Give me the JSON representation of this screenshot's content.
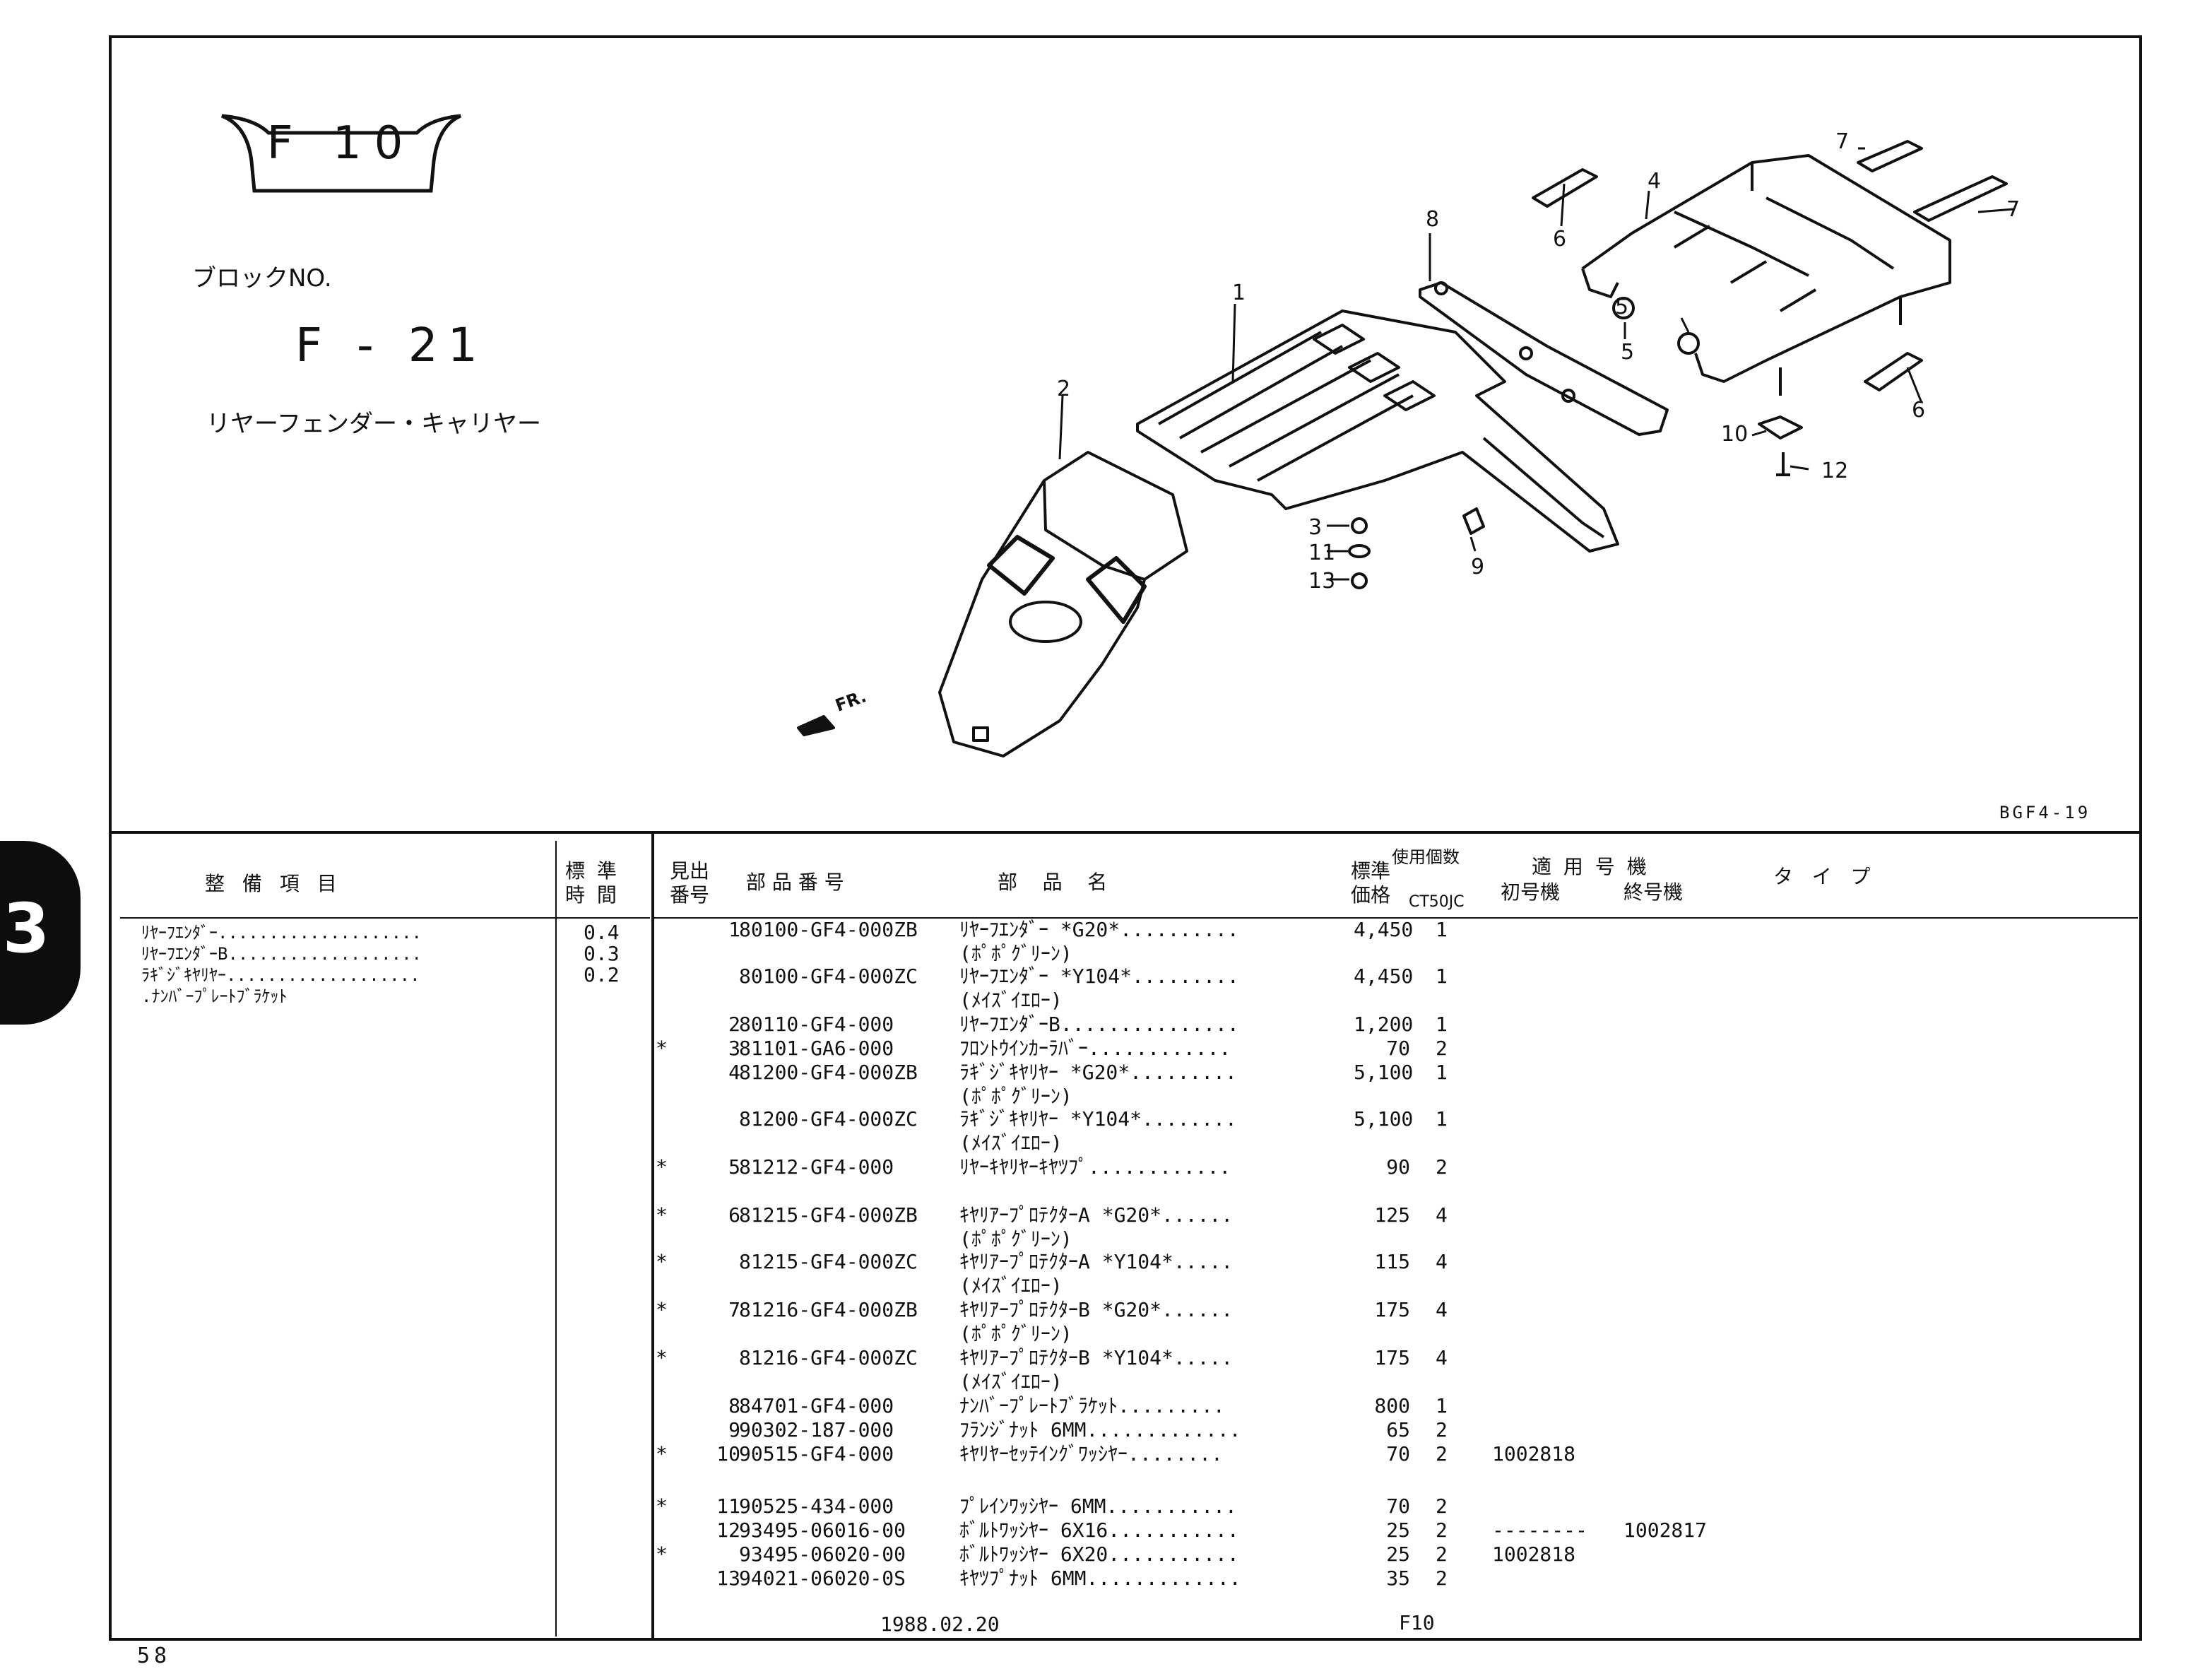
{
  "badge": "F 10",
  "block_label": "ブロックNO.",
  "block_no": "F - 21",
  "block_title": "リヤーフェンダー・キャリヤー",
  "drawing_code": "BGF4-19",
  "side_tab": "3",
  "fr_label": "FR.",
  "callouts": [
    "1",
    "2",
    "3",
    "4",
    "5",
    "5",
    "6",
    "6",
    "7",
    "7",
    "8",
    "9",
    "10",
    "11",
    "12",
    "13"
  ],
  "labor_headers": {
    "item": "整 備 項 目",
    "time": "標 準\n時 間"
  },
  "labor_rows": [
    {
      "item": "ﾘﾔｰﾌｴﾝﾀﾞｰ....................",
      "time": "0.4"
    },
    {
      "item": "ﾘﾔｰﾌｴﾝﾀﾞｰB...................",
      "time": "0.3"
    },
    {
      "item": "ﾗｷﾞｼﾞｷﾔﾘﾔｰ...................",
      "time": "0.2"
    },
    {
      "item": ".ﾅﾝﾊﾞｰﾌﾟﾚｰﾄﾌﾞﾗｹｯﾄ",
      "time": ""
    }
  ],
  "parts_headers": {
    "ref": "見出\n番号",
    "part_no": "部 品 番 号",
    "name": "部    品    名",
    "price": "標準\n価格",
    "qty_label": "使用個数",
    "model": "CT50JC",
    "applicable": "適 用 号 機",
    "first": "初号機",
    "last": "終号機",
    "type": "タ   イ   プ"
  },
  "parts": [
    {
      "mark": "",
      "ref": "1",
      "part_no": "80100-GF4-000ZB",
      "name": "ﾘﾔｰﾌｴﾝﾀﾞｰ *G20*..........",
      "sub": "(ﾎﾟﾎﾟｸﾞﾘｰﾝ)",
      "price": "4,450",
      "qty": "1",
      "first": "",
      "last": ""
    },
    {
      "mark": "",
      "ref": "",
      "part_no": "80100-GF4-000ZC",
      "name": "ﾘﾔｰﾌｴﾝﾀﾞｰ *Y104*.........",
      "sub": "(ﾒｲｽﾞｲｴﾛｰ)",
      "price": "4,450",
      "qty": "1",
      "first": "",
      "last": ""
    },
    {
      "mark": "",
      "ref": "2",
      "part_no": "80110-GF4-000",
      "name": "ﾘﾔｰﾌｴﾝﾀﾞｰB...............",
      "sub": "",
      "price": "1,200",
      "qty": "1",
      "first": "",
      "last": ""
    },
    {
      "mark": "*",
      "ref": "3",
      "part_no": "81101-GA6-000",
      "name": "ﾌﾛﾝﾄｳｲﾝｶｰﾗﾊﾞｰ............",
      "sub": "",
      "price": "70",
      "qty": "2",
      "first": "",
      "last": ""
    },
    {
      "mark": "",
      "ref": "4",
      "part_no": "81200-GF4-000ZB",
      "name": "ﾗｷﾞｼﾞｷﾔﾘﾔｰ *G20*.........",
      "sub": "(ﾎﾟﾎﾟｸﾞﾘｰﾝ)",
      "price": "5,100",
      "qty": "1",
      "first": "",
      "last": ""
    },
    {
      "mark": "",
      "ref": "",
      "part_no": "81200-GF4-000ZC",
      "name": "ﾗｷﾞｼﾞｷﾔﾘﾔｰ *Y104*........",
      "sub": "(ﾒｲｽﾞｲｴﾛｰ)",
      "price": "5,100",
      "qty": "1",
      "first": "",
      "last": ""
    },
    {
      "mark": "*",
      "ref": "5",
      "part_no": "81212-GF4-000",
      "name": "ﾘﾔｰｷﾔﾘﾔｰｷﾔﾂﾌﾟ............",
      "sub": "",
      "price": "90",
      "qty": "2",
      "first": "",
      "last": ""
    },
    {
      "mark": "*",
      "ref": "6",
      "part_no": "81215-GF4-000ZB",
      "name": "ｷﾔﾘｱｰﾌﾟﾛﾃｸﾀｰA *G20*......",
      "sub": "(ﾎﾟﾎﾟｸﾞﾘｰﾝ)",
      "price": "125",
      "qty": "4",
      "first": "",
      "last": ""
    },
    {
      "mark": "*",
      "ref": "",
      "part_no": "81215-GF4-000ZC",
      "name": "ｷﾔﾘｱｰﾌﾟﾛﾃｸﾀｰA *Y104*.....",
      "sub": "(ﾒｲｽﾞｲｴﾛｰ)",
      "price": "115",
      "qty": "4",
      "first": "",
      "last": ""
    },
    {
      "mark": "*",
      "ref": "7",
      "part_no": "81216-GF4-000ZB",
      "name": "ｷﾔﾘｱｰﾌﾟﾛﾃｸﾀｰB *G20*......",
      "sub": "(ﾎﾟﾎﾟｸﾞﾘｰﾝ)",
      "price": "175",
      "qty": "4",
      "first": "",
      "last": ""
    },
    {
      "mark": "*",
      "ref": "",
      "part_no": "81216-GF4-000ZC",
      "name": "ｷﾔﾘｱｰﾌﾟﾛﾃｸﾀｰB *Y104*.....",
      "sub": "(ﾒｲｽﾞｲｴﾛｰ)",
      "price": "175",
      "qty": "4",
      "first": "",
      "last": ""
    },
    {
      "mark": "",
      "ref": "8",
      "part_no": "84701-GF4-000",
      "name": "ﾅﾝﾊﾞｰﾌﾟﾚｰﾄﾌﾞﾗｹｯﾄ.........",
      "sub": "",
      "price": "800",
      "qty": "1",
      "first": "",
      "last": ""
    },
    {
      "mark": "",
      "ref": "9",
      "part_no": "90302-187-000",
      "name": "ﾌﾗﾝｼﾞﾅｯﾄ 6MM.............",
      "sub": "",
      "price": "65",
      "qty": "2",
      "first": "",
      "last": ""
    },
    {
      "mark": "*",
      "ref": "10",
      "part_no": "90515-GF4-000",
      "name": "ｷﾔﾘﾔｰｾｯﾃｲﾝｸﾞﾜｯｼﾔｰ........",
      "sub": "",
      "price": "70",
      "qty": "2",
      "first": "1002818",
      "last": ""
    },
    {
      "mark": "*",
      "ref": "11",
      "part_no": "90525-434-000",
      "name": "ﾌﾟﾚｲﾝﾜｯｼﾔｰ 6MM...........",
      "sub": "",
      "price": "70",
      "qty": "2",
      "first": "",
      "last": ""
    },
    {
      "mark": "",
      "ref": "12",
      "part_no": "93495-06016-00",
      "name": "ﾎﾞﾙﾄﾜｯｼﾔｰ 6X16...........",
      "sub": "",
      "price": "25",
      "qty": "2",
      "first": "--------",
      "last": "1002817"
    },
    {
      "mark": "*",
      "ref": "",
      "part_no": "93495-06020-00",
      "name": "ﾎﾞﾙﾄﾜｯｼﾔｰ 6X20...........",
      "sub": "",
      "price": "25",
      "qty": "2",
      "first": "1002818",
      "last": ""
    },
    {
      "mark": "",
      "ref": "13",
      "part_no": "94021-06020-0S",
      "name": "ｷﾔﾂﾌﾟﾅｯﾄ 6MM.............",
      "sub": "",
      "price": "35",
      "qty": "2",
      "first": "",
      "last": ""
    }
  ],
  "footer_date": "1988.02.20",
  "footer_code": "F10",
  "page_number": "58"
}
